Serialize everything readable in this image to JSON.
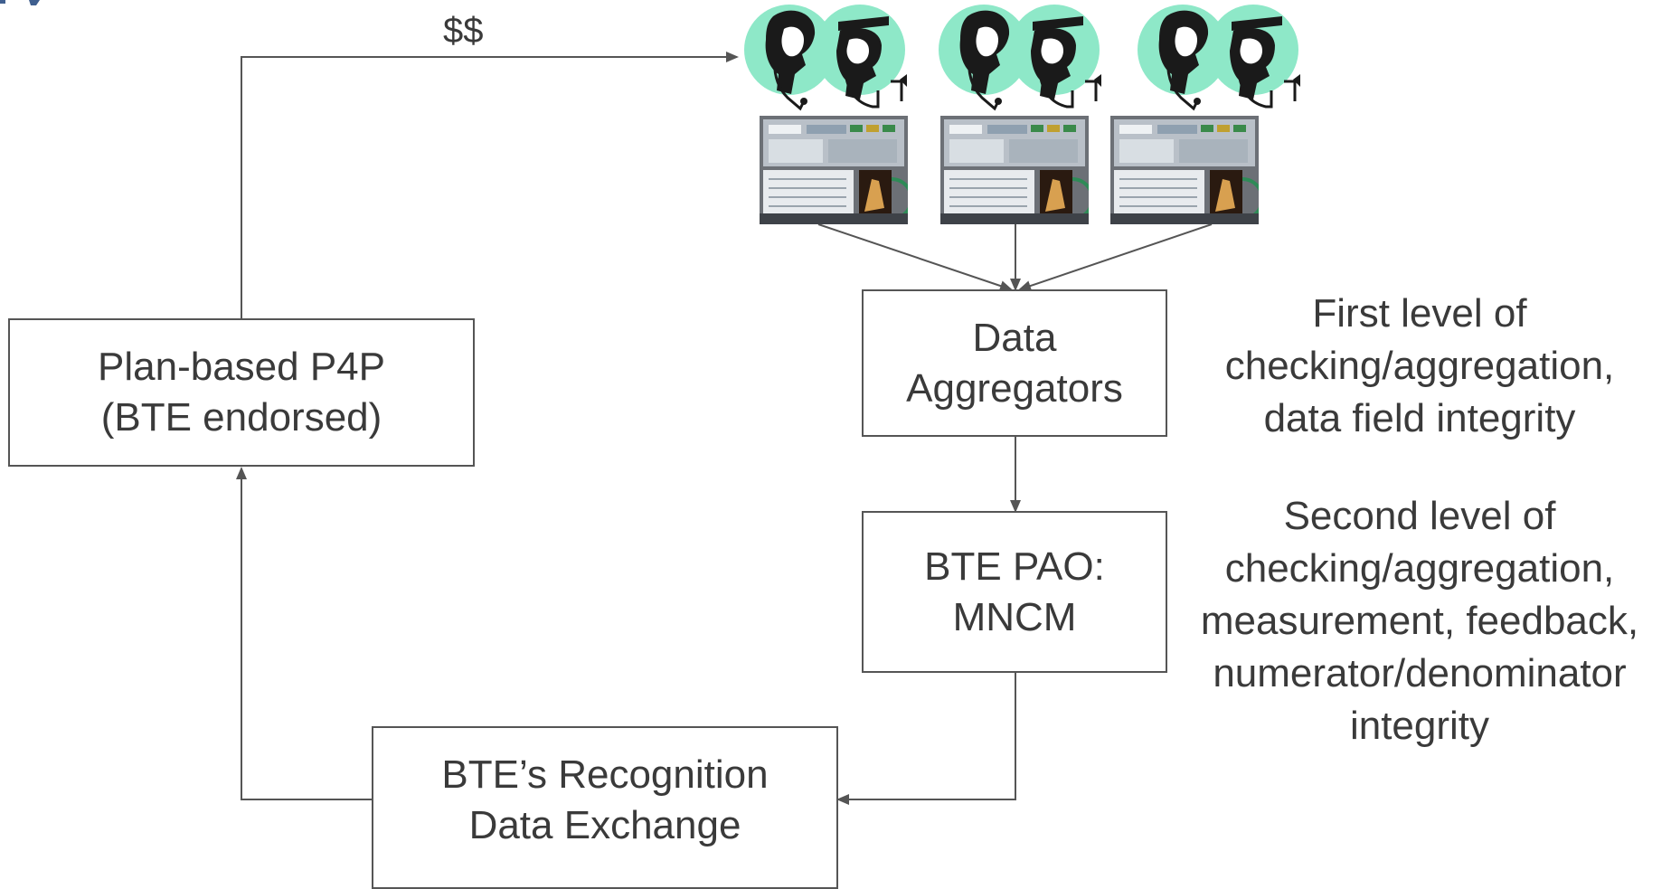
{
  "diagram": {
    "payment_label": "$$",
    "boxes": {
      "plan": {
        "lines": [
          "Plan-based P4P",
          "(BTE endorsed)"
        ]
      },
      "aggregators": {
        "lines": [
          "Data",
          "Aggregators"
        ]
      },
      "pao": {
        "lines": [
          "BTE PAO:",
          "MNCM"
        ]
      },
      "exchange": {
        "lines": [
          "BTE’s Recognition",
          "Data Exchange"
        ]
      }
    },
    "notes": {
      "first_level": {
        "lines": [
          "First level of",
          "checking/aggregation,",
          "data field integrity"
        ]
      },
      "second_level": {
        "lines": [
          "Second level of",
          "checking/aggregation,",
          "measurement, feedback,",
          "numerator/denominator",
          "integrity"
        ]
      }
    },
    "practices": [
      {
        "icon": "physician-pair-icon",
        "system": "ehr-screen-icon"
      },
      {
        "icon": "physician-pair-icon",
        "system": "ehr-screen-icon"
      },
      {
        "icon": "physician-pair-icon",
        "system": "ehr-screen-icon"
      }
    ],
    "colors": {
      "line": "#555555",
      "text": "#3a3a3a",
      "physician_circle": "#8ee8c8",
      "title_fragment": "#3f5f8f"
    }
  }
}
